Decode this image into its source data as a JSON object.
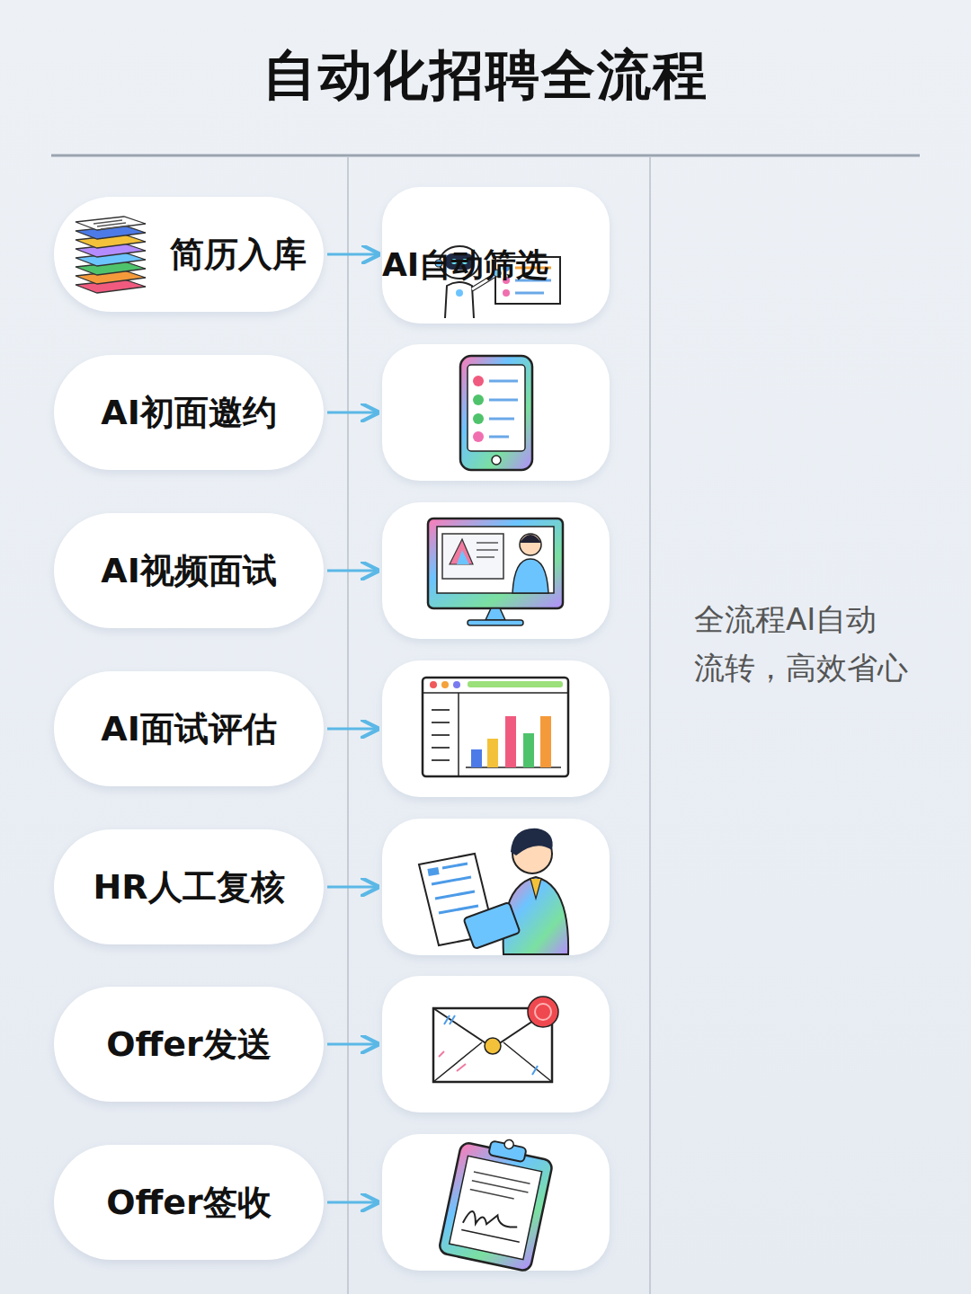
{
  "diagram": {
    "title": "自动化招聘全流程",
    "nodes": [
      {
        "text": [
          "简历入库"
        ]
      },
      {
        "text": [
          "AI自动筛选"
        ]
      },
      {
        "text": [
          "AI初面邀约"
        ]
      },
      {
        "text": [
          "AI视频面试"
        ]
      },
      {
        "text": [
          "AI面试评估"
        ]
      },
      {
        "text": [
          "HR人工复核"
        ]
      },
      {
        "text": [
          "Offer发送"
        ]
      },
      {
        "text": [
          "Offer签收"
        ]
      }
    ],
    "edges": [
      {
        "from": 0,
        "to": 1,
        "arrow": "to"
      }
    ],
    "labels": [
      "全流程AI自动 流转，高效省心"
    ]
  }
}
